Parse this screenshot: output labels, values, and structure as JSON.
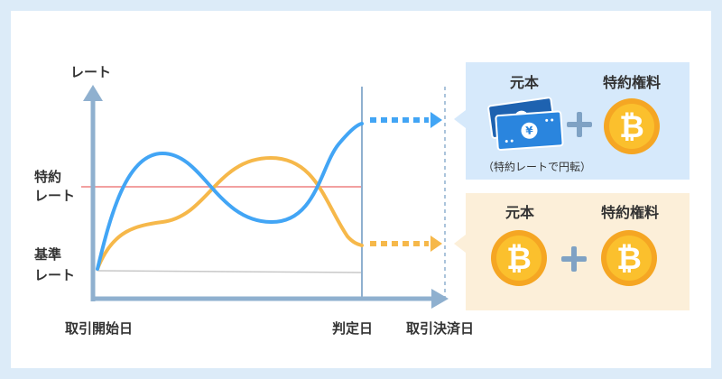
{
  "axis": {
    "y_title": "レート",
    "strike_label": [
      "特約",
      "レート"
    ],
    "base_label": [
      "基準",
      "レート"
    ],
    "x_labels": {
      "start": "取引開始日",
      "judgment": "判定日",
      "settlement": "取引決済日"
    }
  },
  "outcomes": {
    "above": {
      "principal_label": "元本",
      "premium_label": "特約権料",
      "note": "（特約レートで円転）",
      "principal_icon": "yen-banknote-icon",
      "premium_icon": "bitcoin-coin-icon"
    },
    "below": {
      "principal_label": "元本",
      "premium_label": "特約権料",
      "principal_icon": "bitcoin-coin-icon",
      "premium_icon": "bitcoin-coin-icon"
    }
  },
  "colors": {
    "background": "#dcebf8",
    "axis": "#8fb0cf",
    "blue_line": "#42a5f5",
    "orange_line": "#f6b84a",
    "strike_line": "#f2a0a0",
    "base_line": "#c8c8c8",
    "coin": "#f5a623",
    "bill": "#2878d0"
  }
}
